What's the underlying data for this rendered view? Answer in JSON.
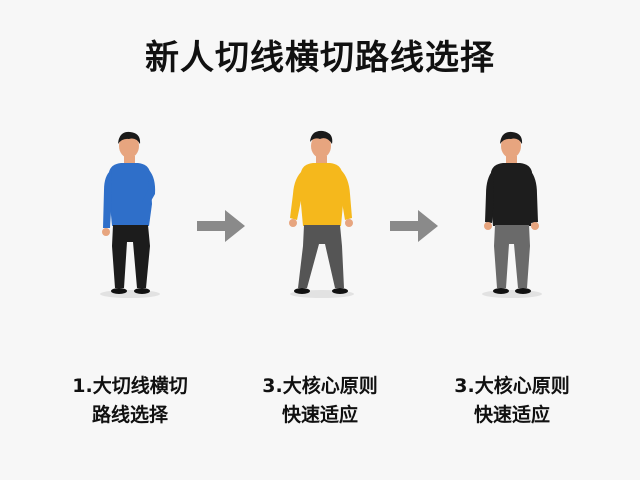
{
  "title": "新人切线横切路线选择",
  "colors": {
    "figure1_shirt": "#2f6fc9",
    "figure1_pants": "#1c1c1c",
    "figure2_shirt": "#f5b81c",
    "figure2_pants": "#555555",
    "figure3_shirt": "#1d1d1d",
    "figure3_pants": "#6a6a6a",
    "skin": "#e7a57f",
    "hair": "#1a1a1a",
    "arrow": "#8a8a8a"
  },
  "icons": [
    "person-icon",
    "arrow-right-icon"
  ],
  "captions": [
    {
      "line1": "1.大切线横切",
      "line2": "路线选择"
    },
    {
      "line1": "3.大核心原则",
      "line2": "快速适应"
    },
    {
      "line1": "3.大核心原则",
      "line2": "快速适应"
    }
  ]
}
